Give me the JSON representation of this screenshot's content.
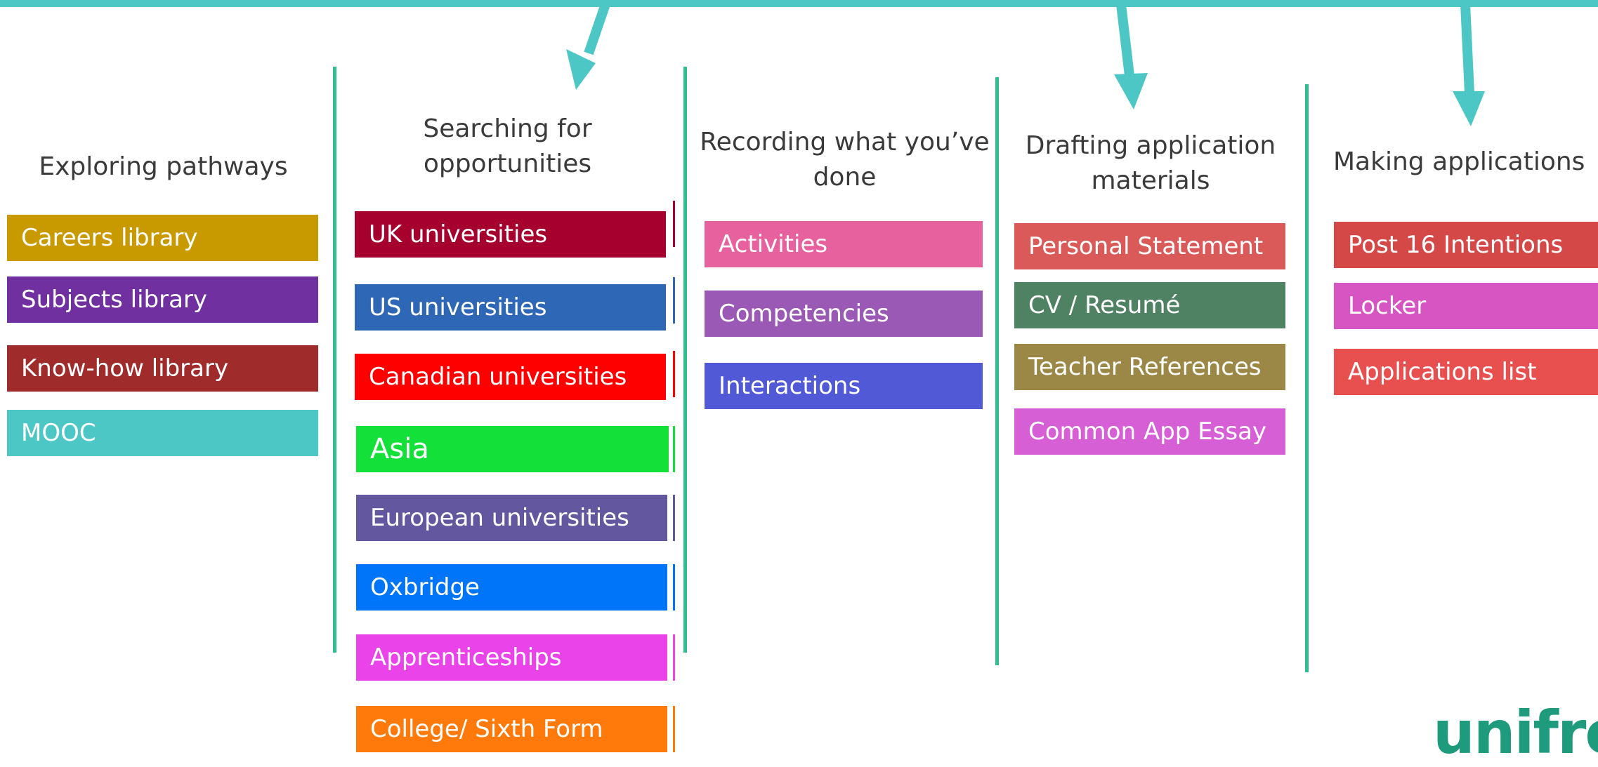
{
  "columns": [
    {
      "title": "Exploring pathways",
      "items": [
        {
          "label": "Careers library",
          "color": "#c99a00"
        },
        {
          "label": "Subjects library",
          "color": "#7030a0"
        },
        {
          "label": "Know-how library",
          "color": "#a02b2b"
        },
        {
          "label": "MOOC",
          "color": "#4cc7c5"
        }
      ]
    },
    {
      "title_lines": [
        "Searching for",
        "opportunities"
      ],
      "items": [
        {
          "label": "UK universities",
          "color": "#a5002e"
        },
        {
          "label": "US universities",
          "color": "#2e67b6"
        },
        {
          "label": "Canadian universities",
          "color": "#ff0000"
        },
        {
          "label": "Asia",
          "color": "#14e03a"
        },
        {
          "label": "European universities",
          "color": "#63589f"
        },
        {
          "label": "Oxbridge",
          "color": "#0075fa"
        },
        {
          "label": "Apprenticeships",
          "color": "#ea43ea"
        },
        {
          "label": "College/ Sixth Form",
          "color": "#ff7a0a"
        }
      ]
    },
    {
      "title_lines": [
        "Recording what you’ve",
        "done"
      ],
      "items": [
        {
          "label": "Activities",
          "color": "#e6619e"
        },
        {
          "label": "Competencies",
          "color": "#9b59b6"
        },
        {
          "label": "Interactions",
          "color": "#5159d6"
        }
      ]
    },
    {
      "title_lines": [
        "Drafting application",
        "materials"
      ],
      "items": [
        {
          "label": "Personal Statement",
          "color": "#da5a5a"
        },
        {
          "label": "CV / Resumé",
          "color": "#4e8262"
        },
        {
          "label": "Teacher References",
          "color": "#9c8846"
        },
        {
          "label": "Common App Essay",
          "color": "#d65fd6"
        }
      ]
    },
    {
      "title": "Making applications",
      "items": [
        {
          "label": "Post 16 Intentions",
          "color": "#d44848"
        },
        {
          "label": "Locker",
          "color": "#d655c2"
        },
        {
          "label": "Applications list",
          "color": "#e85050"
        }
      ]
    }
  ],
  "logo": {
    "text": "unifro"
  },
  "colors": {
    "accent": "#4cc7c5",
    "divider": "#2fbf8f",
    "logo": "#1e9a7c"
  }
}
